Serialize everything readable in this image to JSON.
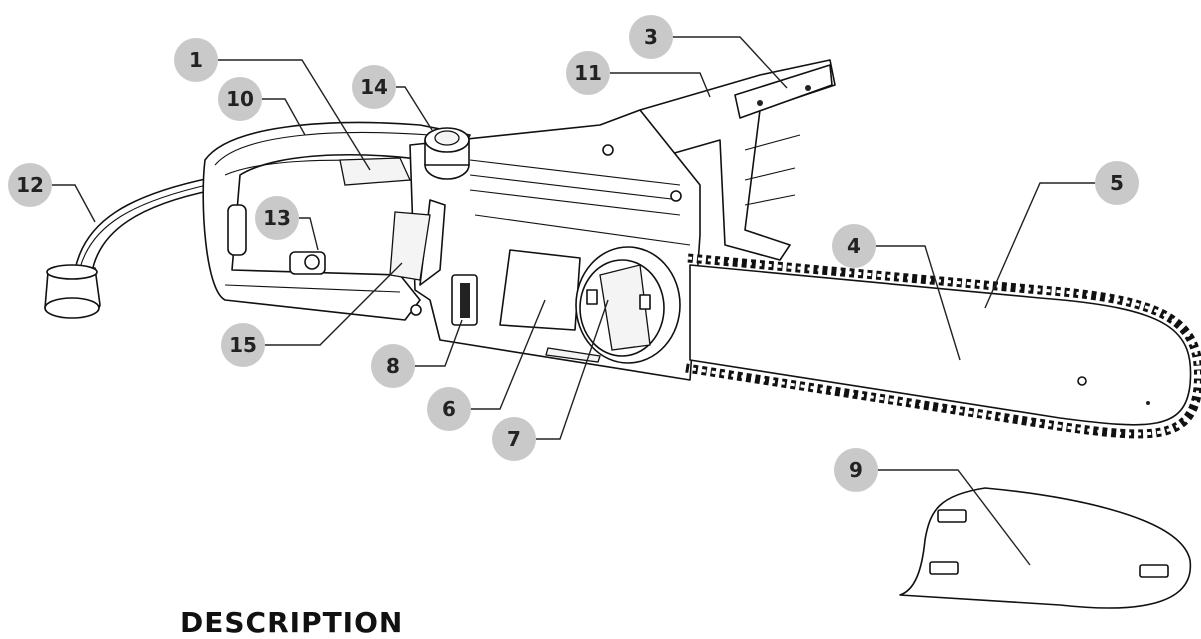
{
  "heading": "DESCRIPTION",
  "callouts": [
    {
      "id": "c1",
      "number": "1"
    },
    {
      "id": "c2",
      "number": "3"
    },
    {
      "id": "c3",
      "number": "4"
    },
    {
      "id": "c4",
      "number": "5"
    },
    {
      "id": "c5",
      "number": "6"
    },
    {
      "id": "c6",
      "number": "7"
    },
    {
      "id": "c7",
      "number": "8"
    },
    {
      "id": "c8",
      "number": "9"
    },
    {
      "id": "c9",
      "number": "10"
    },
    {
      "id": "c10",
      "number": "11"
    },
    {
      "id": "c11",
      "number": "12"
    },
    {
      "id": "c12",
      "number": "13"
    },
    {
      "id": "c13",
      "number": "14"
    },
    {
      "id": "c14",
      "number": "15"
    }
  ]
}
